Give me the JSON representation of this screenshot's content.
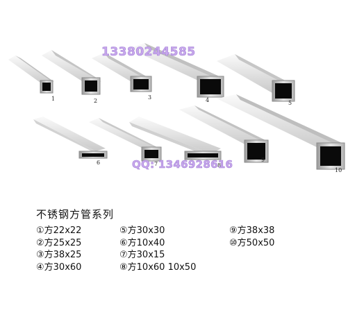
{
  "figure": {
    "pipe_labels": [
      "1",
      "2",
      "3",
      "4",
      "5",
      "6",
      "7",
      "8",
      "9",
      "10"
    ],
    "watermarks": [
      "13380244585",
      "QQ: 1346928616"
    ]
  },
  "caption": {
    "title": "不锈钢方管系列",
    "columns": [
      [
        "①方22x22",
        "②方25x25",
        "③方38x25",
        "④方30x60"
      ],
      [
        "⑤方30x30",
        "⑥方10x40",
        "⑦方30x15",
        "⑧方10x60 10x50"
      ],
      [
        "⑨方38x38",
        "⑩方50x50"
      ]
    ]
  }
}
